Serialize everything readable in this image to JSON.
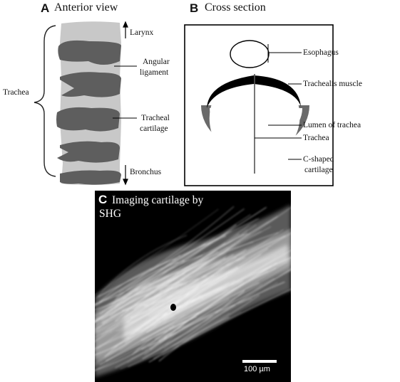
{
  "panel_a": {
    "letter": "A",
    "title": "Anterior view",
    "labels": {
      "larynx": "Larynx",
      "angular_ligament_1": "Angular",
      "angular_ligament_2": "ligament",
      "trachea": "Trachea",
      "tracheal_cartilage_1": "Tracheal",
      "tracheal_cartilage_2": "cartilage",
      "bronchus": "Bronchus"
    }
  },
  "panel_b": {
    "letter": "B",
    "title": "Cross section",
    "labels": {
      "esophagus": "Esophagus",
      "trachealis_muscle": "Trachealis muscle",
      "lumen": "Lumen of trachea",
      "trachea": "Trachea",
      "c_shaped_1": "C-shaped",
      "c_shaped_2": "cartilage"
    },
    "star_glyph": "★"
  },
  "panel_c": {
    "letter": "C",
    "title_line1": "Imaging cartilage by",
    "title_line2": "SHG",
    "scale_bar": "100 µm"
  },
  "colors": {
    "trachea_fill": "#c8c8c8",
    "cartilage_fill": "#5e5e5e",
    "muscle_fill": "#000000",
    "c_cartilage_ring": "#6a6a6a",
    "shg_background": "#000000"
  }
}
